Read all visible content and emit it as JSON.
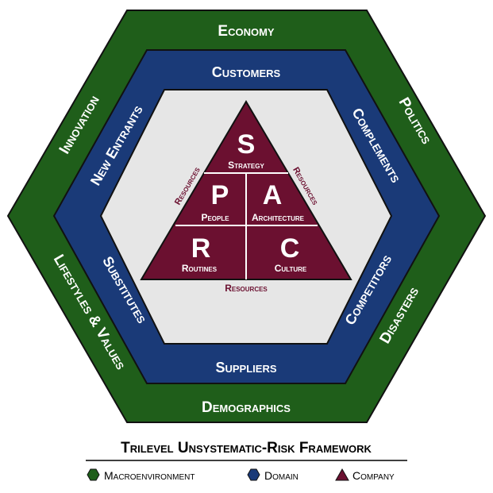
{
  "colors": {
    "macro": "#1f5e1a",
    "domain": "#1a3a78",
    "company": "#6b1030",
    "core": "#e6e6e6",
    "border": "#111111"
  },
  "macroenvironment": {
    "economy": "Economy",
    "politics": "Politics",
    "disasters": "Disasters",
    "demographics": "Demographics",
    "lifestyles": "Lifestyles & Values",
    "innovation": "Innovation"
  },
  "domain": {
    "customers": "Customers",
    "complements": "Complements",
    "competitors": "Competitors",
    "suppliers": "Suppliers",
    "substitutes": "Substitutes",
    "new_entrants": "New Entrants"
  },
  "company": {
    "s_letter": "S",
    "s_label": "Strategy",
    "p_letter": "P",
    "p_label": "People",
    "a_letter": "A",
    "a_label": "Architecture",
    "r_letter": "R",
    "r_label": "Routines",
    "c_letter": "C",
    "c_label": "Culture",
    "resources_left": "Resources",
    "resources_right": "Resources",
    "resources_bottom": "Resources"
  },
  "title": "Trilevel Unsystematic-Risk Framework",
  "legend": {
    "macro_label": "Macroenvironment",
    "macro_icon": "hexagon-icon",
    "domain_label": "Domain",
    "domain_icon": "hexagon-icon",
    "company_label": "Company",
    "company_icon": "triangle-icon"
  }
}
